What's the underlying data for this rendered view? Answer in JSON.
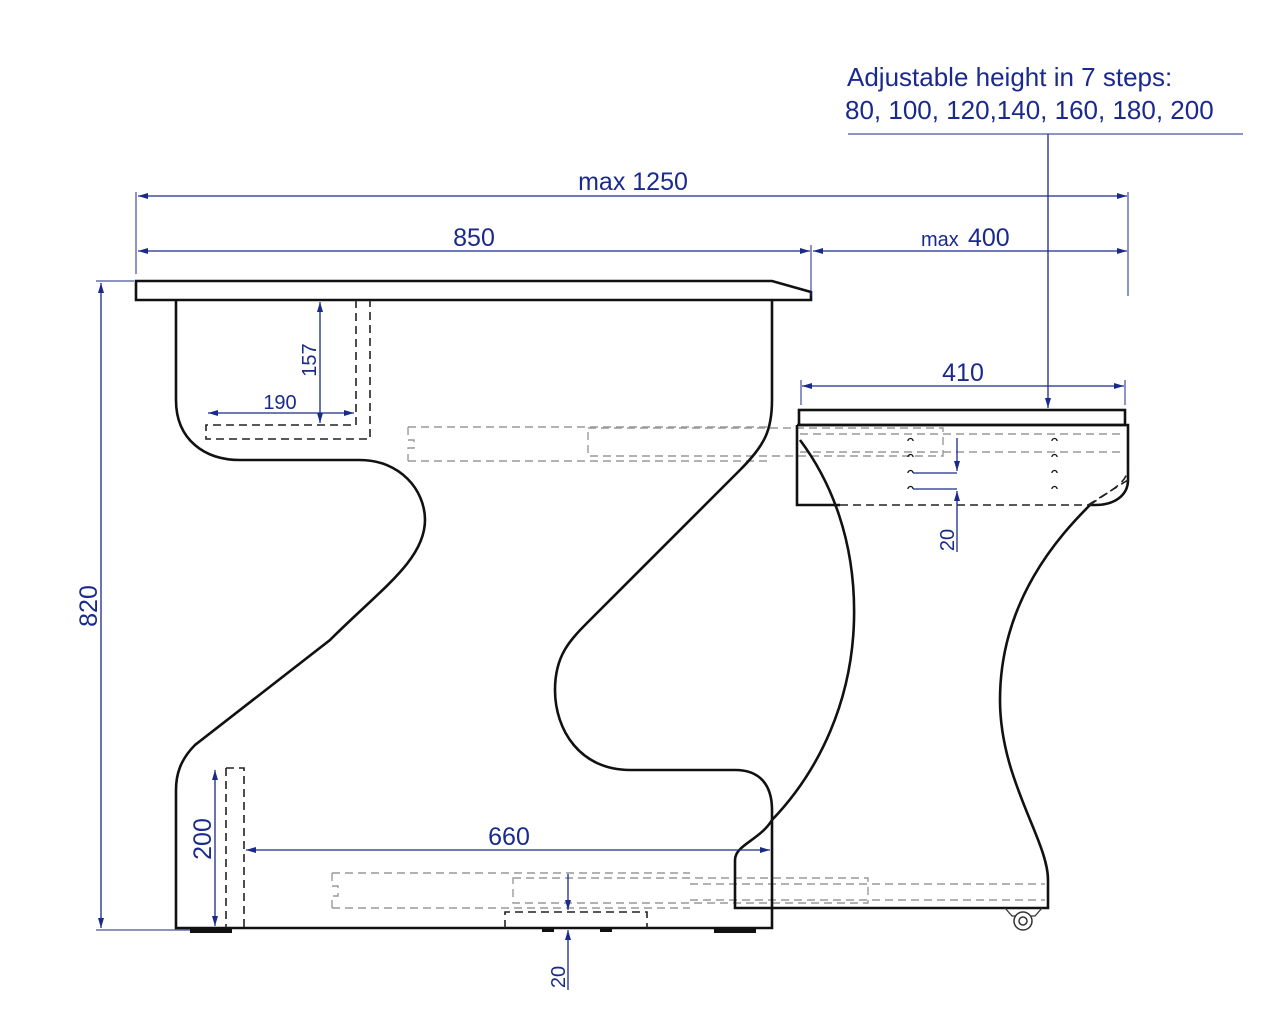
{
  "title": "Desk side elevation drawing",
  "note": {
    "line1": "Adjustable height in 7 steps:",
    "line2": "80, 100, 120,140, 160, 180, 200"
  },
  "dimensions": {
    "total_width": "max 1250",
    "desk_width": "850",
    "extension_prefix": "max",
    "extension_value": "400",
    "return_width": "410",
    "height": "820",
    "shelf_height": "157",
    "shelf_depth": "190",
    "foot_height": "200",
    "base_depth": "660",
    "step": "20",
    "floor_gap": "20"
  },
  "colors": {
    "dimension": "#1a2a8c",
    "outline": "#111111"
  }
}
